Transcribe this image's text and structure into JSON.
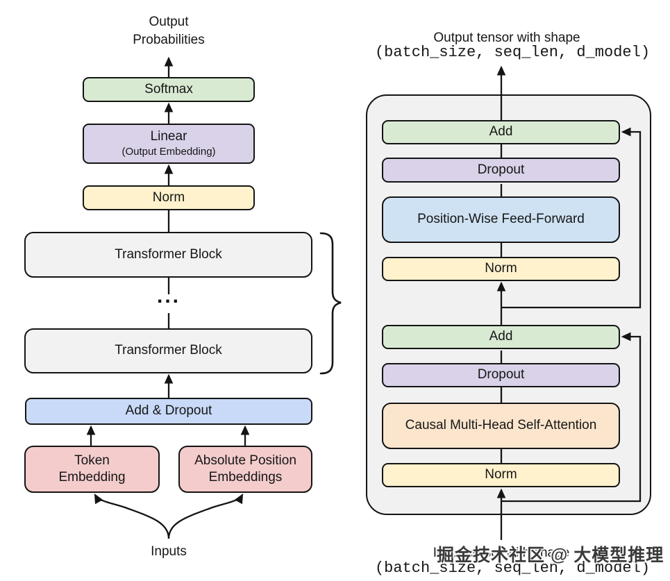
{
  "colors": {
    "green": "#d9ead3",
    "purple": "#d9d2e9",
    "yellow": "#fff2cc",
    "gray": "#f2f2f2",
    "periwinkle": "#c9daf8",
    "light_blue": "#cfe2f3",
    "pink": "#f4cccc",
    "orange": "#fce5cd",
    "container_gray": "#f1f1f1",
    "line": "#141414"
  },
  "left_diagram": {
    "output_label": "Output\nProbabilities",
    "softmax": "Softmax",
    "linear": "Linear",
    "linear_sub": "(Output Embedding)",
    "norm": "Norm",
    "transformer_block_1": "Transformer Block",
    "ellipsis": "...",
    "transformer_block_2": "Transformer Block",
    "add_dropout": "Add & Dropout",
    "token_embedding": "Token\nEmbedding",
    "absolute_position_embeddings": "Absolute Position\nEmbeddings",
    "inputs_label": "Inputs"
  },
  "right_diagram": {
    "output_title": "Output tensor with shape",
    "output_shape": "(batch_size, seq_len, d_model)",
    "add_top": "Add",
    "dropout_top": "Dropout",
    "feed_forward": "Position-Wise Feed-Forward",
    "norm_top": "Norm",
    "add_bottom": "Add",
    "dropout_bottom": "Dropout",
    "attention": "Causal Multi-Head Self-Attention",
    "norm_bottom": "Norm",
    "input_title": "Input tensor with shape",
    "input_shape": "(batch_size, seq_len, d_model)"
  },
  "watermark_text": "掘金技术社区 @ 大模型推理"
}
